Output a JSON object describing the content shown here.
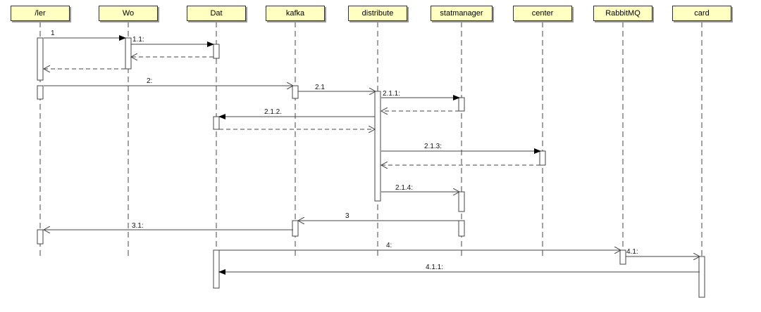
{
  "lifelines": [
    {
      "id": "l0",
      "name": "/ler"
    },
    {
      "id": "l1",
      "name": "Wo"
    },
    {
      "id": "l2",
      "name": "Dat"
    },
    {
      "id": "l3",
      "name": "kafka"
    },
    {
      "id": "l4",
      "name": "distribute"
    },
    {
      "id": "l5",
      "name": "statmanager"
    },
    {
      "id": "l6",
      "name": "center"
    },
    {
      "id": "l7",
      "name": "RabbitMQ"
    },
    {
      "id": "l8",
      "name": "card"
    }
  ],
  "messages": [
    {
      "label": "1",
      "from": 0,
      "to": 1,
      "kind": "call"
    },
    {
      "label": "1.1:",
      "from": 1,
      "to": 2,
      "kind": "call"
    },
    {
      "label": "",
      "from": 2,
      "to": 1,
      "kind": "return"
    },
    {
      "label": "",
      "from": 1,
      "to": 0,
      "kind": "return"
    },
    {
      "label": "2:",
      "from": 0,
      "to": 3,
      "kind": "async"
    },
    {
      "label": "2.1",
      "from": 3,
      "to": 4,
      "kind": "async"
    },
    {
      "label": "2.1.1:",
      "from": 4,
      "to": 5,
      "kind": "call"
    },
    {
      "label": "",
      "from": 5,
      "to": 4,
      "kind": "return"
    },
    {
      "label": "2.1.2.",
      "from": 4,
      "to": 2,
      "kind": "call"
    },
    {
      "label": "",
      "from": 2,
      "to": 4,
      "kind": "return"
    },
    {
      "label": "2.1.3:",
      "from": 4,
      "to": 6,
      "kind": "call"
    },
    {
      "label": "",
      "from": 6,
      "to": 4,
      "kind": "return"
    },
    {
      "label": "2.1.4:",
      "from": 4,
      "to": 5,
      "kind": "async"
    },
    {
      "label": "3",
      "from": 5,
      "to": 3,
      "kind": "async"
    },
    {
      "label": "3.1:",
      "from": 3,
      "to": 0,
      "kind": "async"
    },
    {
      "label": "4:",
      "from": 2,
      "to": 7,
      "kind": "async"
    },
    {
      "label": "4.1:",
      "from": 7,
      "to": 8,
      "kind": "async"
    },
    {
      "label": "4.1.1:",
      "from": 8,
      "to": 2,
      "kind": "call"
    }
  ],
  "colors": {
    "header_fill": "#ffffc2",
    "line": "#444444",
    "activation_fill": "#ffffff"
  }
}
